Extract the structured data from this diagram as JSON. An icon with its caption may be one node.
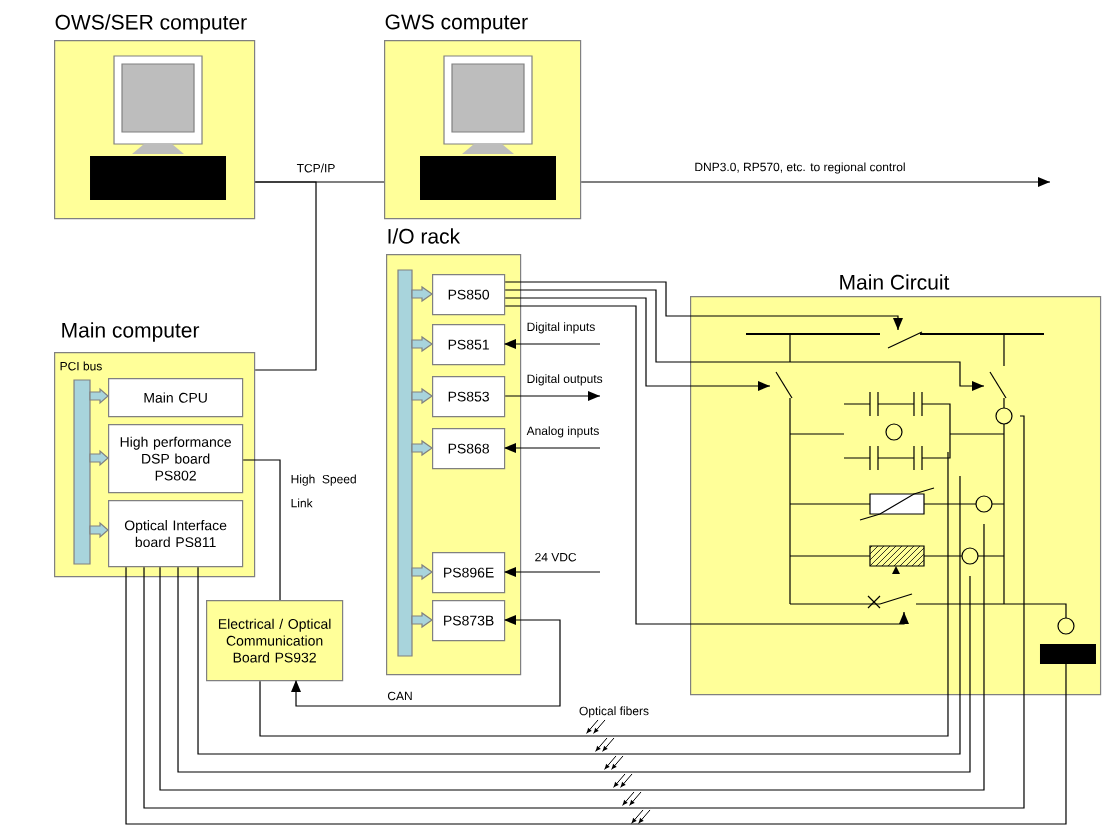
{
  "diagram": {
    "nodes": [
      {
        "text": [
          "OWS/SER computer"
        ]
      },
      {
        "text": [
          "GWS computer"
        ]
      },
      {
        "text": [
          "I/O rack"
        ]
      },
      {
        "text": [
          "PS850"
        ],
        "in": 2
      },
      {
        "text": [
          "PS851"
        ],
        "in": 2
      },
      {
        "text": [
          "PS853"
        ],
        "in": 2
      },
      {
        "text": [
          "PS868"
        ],
        "in": 2
      },
      {
        "text": [
          "PS896E"
        ],
        "in": 2
      },
      {
        "text": [
          "PS873B"
        ],
        "in": 2
      },
      {
        "text": [
          "Main computer"
        ]
      },
      {
        "text": [
          "Main CPU"
        ],
        "in": 9
      },
      {
        "text": [
          "High performance DSP board PS802"
        ],
        "in": 9
      },
      {
        "text": [
          "Optical Interface board PS811"
        ],
        "in": 9
      },
      {
        "text": [
          "Electrical / Optical Communication Board PS932"
        ]
      },
      {
        "text": [
          "Main Circuit"
        ]
      }
    ],
    "edges": [
      {
        "from": 0,
        "to": 1,
        "arrow": "none",
        "label": "TCP/IP"
      },
      {
        "from": 0,
        "to": 9,
        "arrow": "none"
      },
      {
        "from": 1,
        "to": null,
        "arrow": "to",
        "label": "DNP3.0, RP570, etc. to regional control"
      },
      {
        "from": 11,
        "to": 13,
        "arrow": "none",
        "label": "High Speed Link"
      },
      {
        "from": 13,
        "to": 8,
        "arrow": "both",
        "label": "CAN"
      },
      {
        "from": null,
        "to": 4,
        "arrow": "to",
        "label": "Digital inputs"
      },
      {
        "from": 5,
        "to": null,
        "arrow": "to",
        "label": "Digital outputs"
      },
      {
        "from": null,
        "to": 6,
        "arrow": "to",
        "label": "Analog inputs"
      },
      {
        "from": null,
        "to": 7,
        "arrow": "to",
        "label": "24 VDC"
      },
      {
        "from": 3,
        "to": 14,
        "arrow": "to"
      },
      {
        "from": 3,
        "to": 14,
        "arrow": "to"
      },
      {
        "from": 3,
        "to": 14,
        "arrow": "to"
      },
      {
        "from": 3,
        "to": 14,
        "arrow": "to"
      },
      {
        "from": 13,
        "to": 14,
        "arrow": "none"
      },
      {
        "from": 12,
        "to": 14,
        "arrow": "none"
      },
      {
        "from": 12,
        "to": 14,
        "arrow": "none"
      },
      {
        "from": 12,
        "to": 14,
        "arrow": "none"
      },
      {
        "from": 12,
        "to": 14,
        "arrow": "none"
      },
      {
        "from": 12,
        "to": 14,
        "arrow": "none"
      }
    ],
    "labels": [
      "PCI bus",
      "Optical fibers"
    ]
  }
}
